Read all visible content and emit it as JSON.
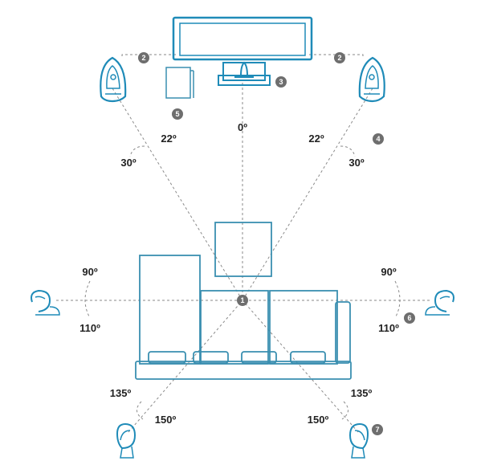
{
  "colors": {
    "device": "#1f8bb8",
    "outline": "#3a8fb0",
    "guide": "#8a8a8a",
    "badge": "#6e6e6e",
    "text": "#222222"
  },
  "badges": {
    "listener": "1",
    "front_left": "2",
    "front_right": "2",
    "center": "3",
    "surround_right_front": "4",
    "subwoofer": "5",
    "surround_right": "6",
    "surround_back_right": "7"
  },
  "angles": {
    "center": "0º",
    "front_left_inner": "22º",
    "front_left_outer": "30º",
    "front_right_inner": "22º",
    "front_right_outer": "30º",
    "side_left_top": "90º",
    "side_left_bottom": "110º",
    "side_right_top": "90º",
    "side_right_bottom": "110º",
    "back_left_top": "135º",
    "back_left_bottom": "150º",
    "back_right_top": "135º",
    "back_right_bottom": "150º"
  },
  "icons": {
    "tv": "tv-icon",
    "speaker_front": "tower-speaker-icon",
    "center": "center-speaker-icon",
    "subwoofer": "subwoofer-icon",
    "surround": "surround-speaker-icon",
    "sofa": "sofa-icon",
    "table": "coffee-table-icon"
  }
}
